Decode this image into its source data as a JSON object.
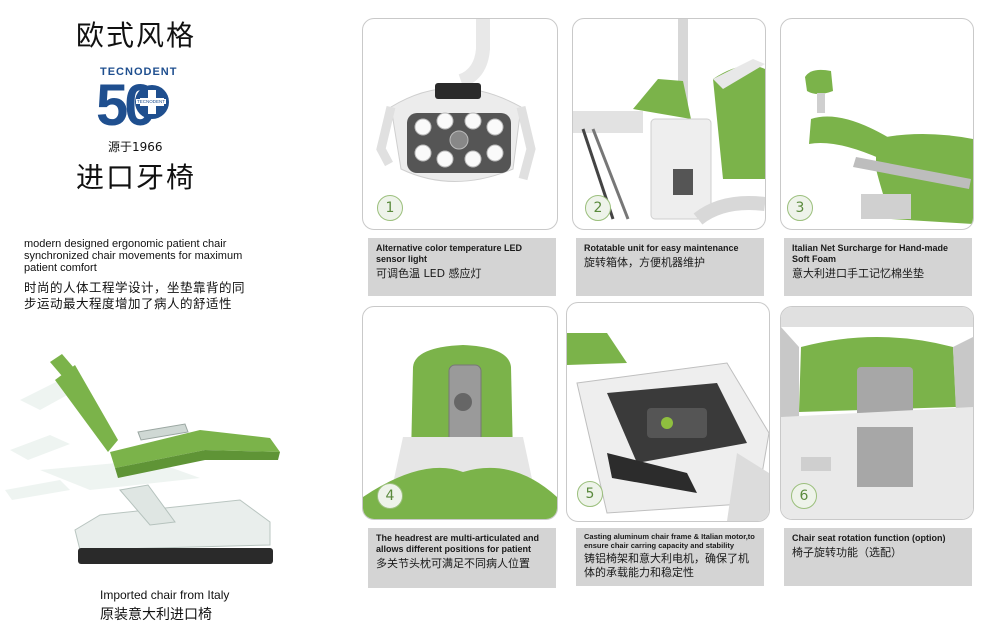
{
  "header": {
    "title_zh": "欧式风格",
    "subtitle_zh": "进口牙椅"
  },
  "logo": {
    "brand": "TECNODENT",
    "years": "50",
    "badge": "TECNODENT",
    "since": "源于1966"
  },
  "intro": {
    "en": [
      "modern designed ergonomic patient chair",
      "synchronized chair movements for maximum",
      "patient comfort"
    ],
    "zh": [
      "时尚的人体工程学设计，坐垫靠背的同",
      "步运动最大程度增加了病人的舒适性"
    ]
  },
  "hero": {
    "caption_en": "Imported chair from Italy",
    "caption_zh": "原装意大利进口椅"
  },
  "features": [
    {
      "num": "1",
      "en": "Alternative color temperature LED sensor light",
      "zh": "可调色温 LED 感应灯"
    },
    {
      "num": "2",
      "en": "Rotatable unit for easy maintenance",
      "zh": "旋转箱体，方便机器维护"
    },
    {
      "num": "3",
      "en": "Italian Net Surcharge for Hand-made Soft Foam",
      "zh": "意大利进口手工记忆棉坐垫"
    },
    {
      "num": "4",
      "en": "The headrest are multi-articulated and allows different positions for patient",
      "zh": "多关节头枕可满足不同病人位置"
    },
    {
      "num": "5",
      "en": "Casting aluminum chair frame & Italian motor,to ensure chair carring capacity and stability",
      "zh": "铸铝椅架和意大利电机，确保了机体的承载能力和稳定性"
    },
    {
      "num": "6",
      "en": "Chair seat rotation function (option)",
      "zh": "椅子旋转功能（选配）"
    }
  ],
  "colors": {
    "accent_green": "#7bb34a",
    "caption_gray": "#d4d4d4",
    "logo_blue": "#1f4f8f"
  }
}
